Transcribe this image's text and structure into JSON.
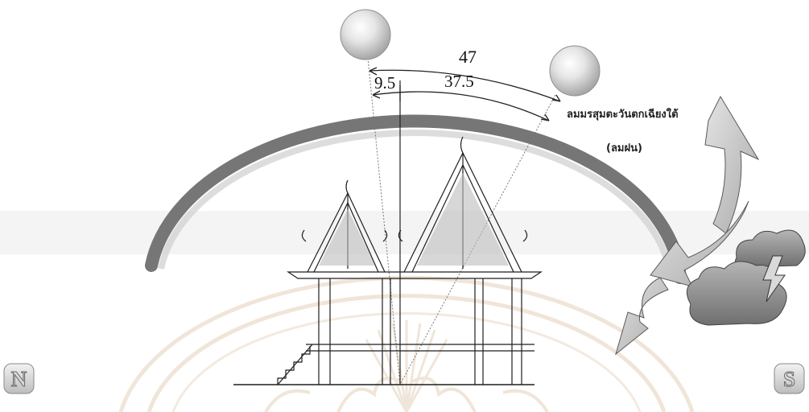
{
  "angles": {
    "total": "47",
    "north_offset": "9.5",
    "south_offset": "37.5"
  },
  "labels": {
    "wind_line1": "ลมมรสุมตะวันตกเฉียงใต้",
    "wind_line2": "(ลมฝน)"
  },
  "compass": {
    "north": "N",
    "south": "S"
  },
  "colors": {
    "arc_inner": "#cfcfcf",
    "arc_outer": "#6e6e6e",
    "sun": "#b8b8b8",
    "arrow": "#c8c8c8",
    "cloud": "#8f8f8f",
    "watermark": "#efe3d5"
  }
}
